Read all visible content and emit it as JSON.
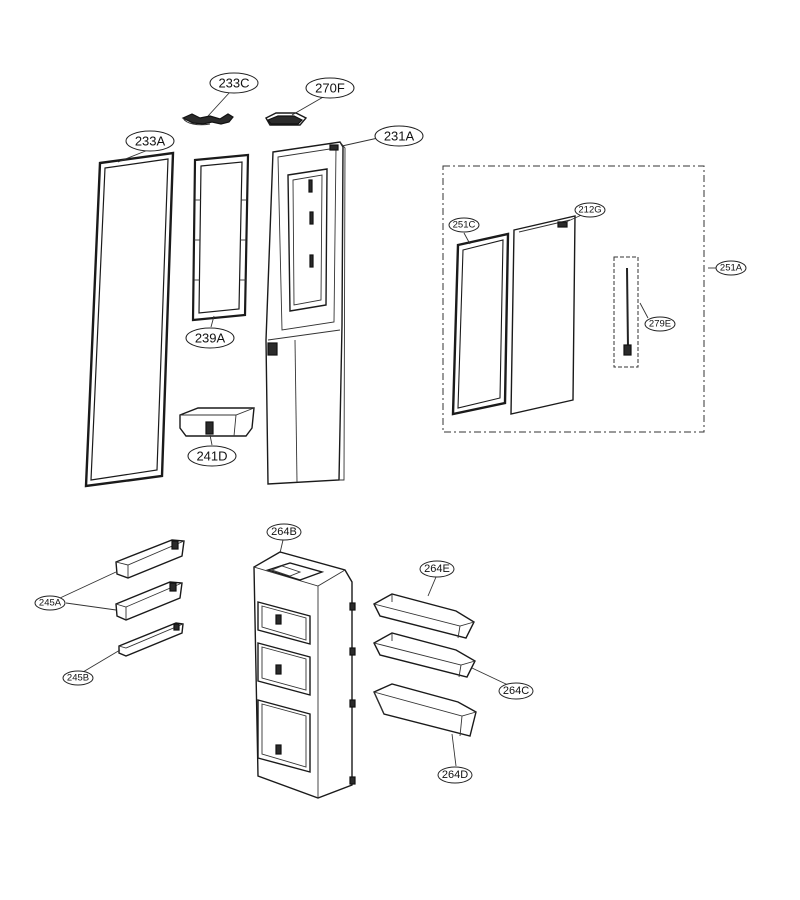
{
  "labels": {
    "p233C": "233C",
    "p270F": "270F",
    "p233A": "233A",
    "p231A": "231A",
    "p239A": "239A",
    "p241D": "241D",
    "p251C": "251C",
    "p212G": "212G",
    "p251A": "251A",
    "p279E": "279E",
    "p264B": "264B",
    "p264E": "264E",
    "p245A": "245A",
    "p245B": "245B",
    "p264C": "264C",
    "p264D": "264D"
  }
}
